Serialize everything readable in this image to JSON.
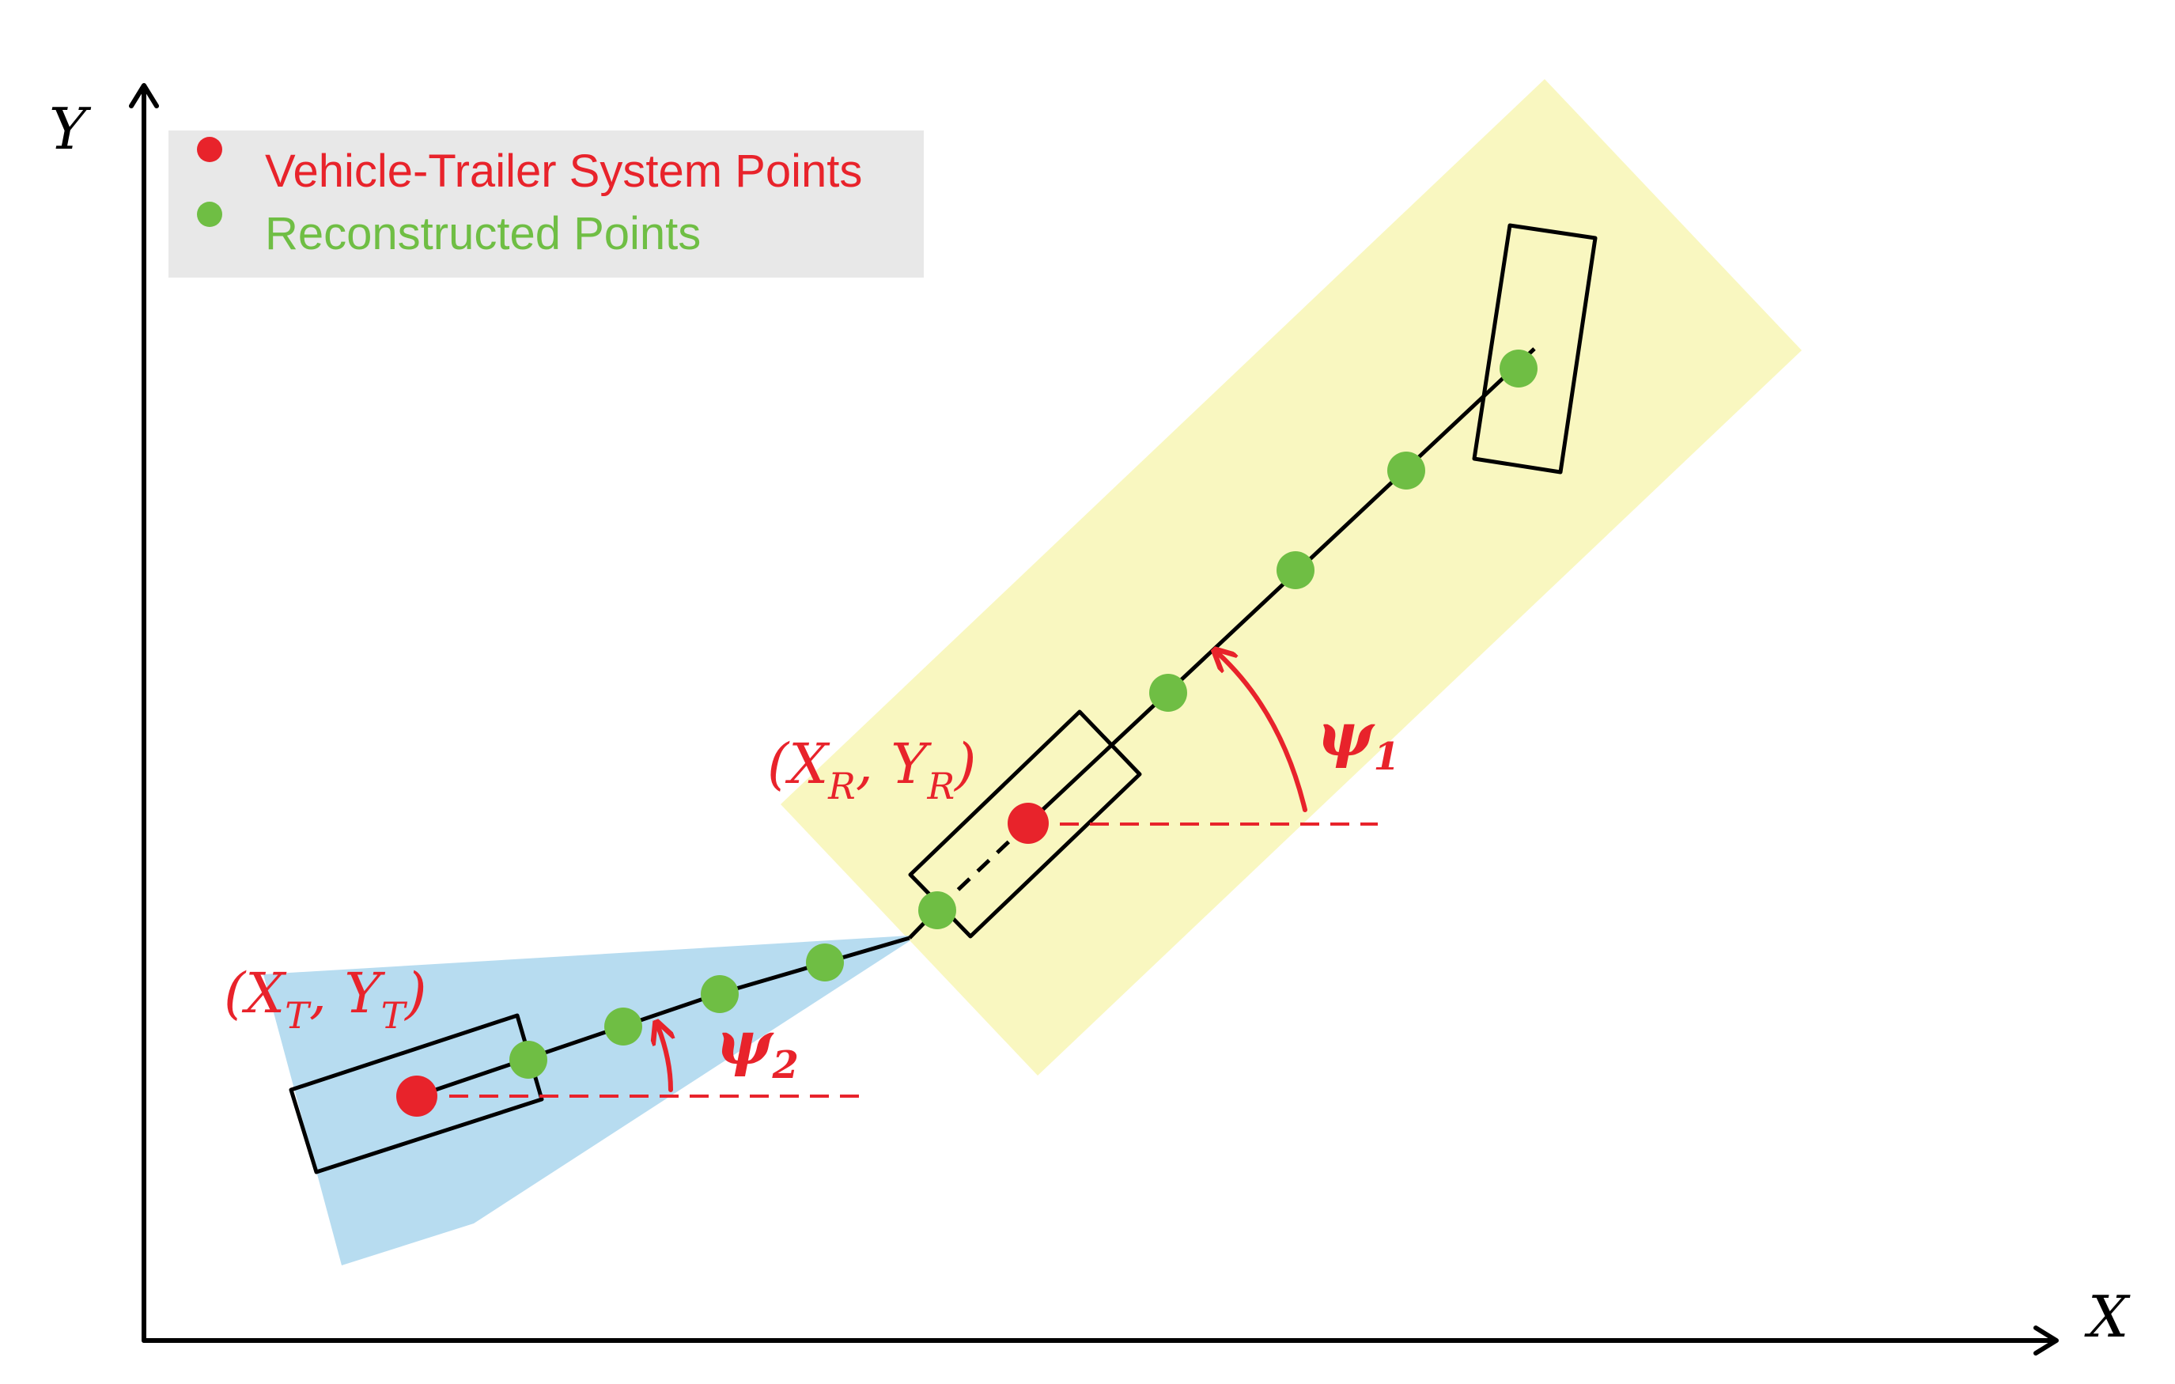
{
  "axes": {
    "x_label": "X",
    "y_label": "Y"
  },
  "legend": {
    "items": [
      {
        "label": "Vehicle-Trailer System Points",
        "color": "#e8232b"
      },
      {
        "label": "Reconstructed Points",
        "color": "#6fbe44"
      }
    ]
  },
  "labels": {
    "rear_point": {
      "open": "(X",
      "sub1": "R",
      "mid": ", Y",
      "sub2": "R",
      "close": ")"
    },
    "trailer_point": {
      "open": "(X",
      "sub1": "T",
      "mid": ", Y",
      "sub2": "T",
      "close": ")"
    },
    "psi1": {
      "base": "ψ",
      "sub": "1"
    },
    "psi2": {
      "base": "ψ",
      "sub": "2"
    }
  },
  "colors": {
    "vehicle_region": "#f9f7c0",
    "trailer_region": "#b7dcf0",
    "legend_background": "#e8e8e8",
    "red": "#e8232b",
    "green": "#6fbe44",
    "black": "#000000"
  }
}
